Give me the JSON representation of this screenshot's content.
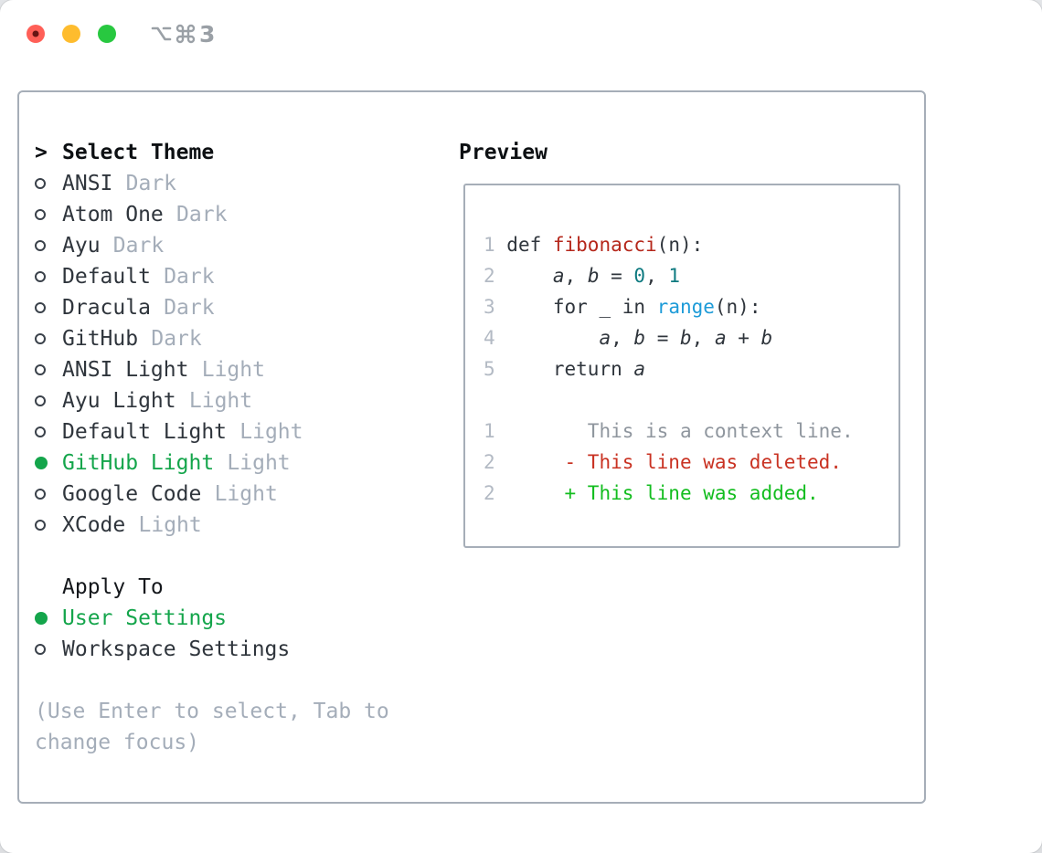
{
  "window": {
    "title": "⌥⌘3",
    "shortcut_number": "3"
  },
  "theme_list": {
    "marker": ">",
    "header": "Select Theme",
    "items": [
      {
        "name": "ANSI",
        "variant": "Dark",
        "selected": false
      },
      {
        "name": "Atom One",
        "variant": "Dark",
        "selected": false
      },
      {
        "name": "Ayu",
        "variant": "Dark",
        "selected": false
      },
      {
        "name": "Default",
        "variant": "Dark",
        "selected": false
      },
      {
        "name": "Dracula",
        "variant": "Dark",
        "selected": false
      },
      {
        "name": "GitHub",
        "variant": "Dark",
        "selected": false
      },
      {
        "name": "ANSI Light",
        "variant": "Light",
        "selected": false
      },
      {
        "name": "Ayu Light",
        "variant": "Light",
        "selected": false
      },
      {
        "name": "Default Light",
        "variant": "Light",
        "selected": false
      },
      {
        "name": "GitHub Light",
        "variant": "Light",
        "selected": true
      },
      {
        "name": "Google Code",
        "variant": "Light",
        "selected": false
      },
      {
        "name": "XCode",
        "variant": "Light",
        "selected": false
      }
    ]
  },
  "apply_to": {
    "header": "Apply To",
    "items": [
      {
        "label": "User Settings",
        "selected": true
      },
      {
        "label": "Workspace Settings",
        "selected": false
      }
    ]
  },
  "hint": "(Use Enter to select, Tab to change focus)",
  "preview": {
    "header": "Preview",
    "lines": [
      {
        "num": "1",
        "tokens": [
          {
            "t": " def ",
            "c": "code_fg"
          },
          {
            "t": "fibonacci",
            "c": "func_red"
          },
          {
            "t": "(n):",
            "c": "code_fg"
          }
        ]
      },
      {
        "num": "2",
        "tokens": [
          {
            "t": "     ",
            "c": "code_fg"
          },
          {
            "t": "a",
            "c": "code_fg",
            "i": true
          },
          {
            "t": ", ",
            "c": "code_fg"
          },
          {
            "t": "b",
            "c": "code_fg",
            "i": true
          },
          {
            "t": " = ",
            "c": "code_fg"
          },
          {
            "t": "0",
            "c": "number_teal"
          },
          {
            "t": ", ",
            "c": "code_fg"
          },
          {
            "t": "1",
            "c": "number_teal"
          }
        ]
      },
      {
        "num": "3",
        "tokens": [
          {
            "t": "     for _ in ",
            "c": "code_fg"
          },
          {
            "t": "range",
            "c": "builtin_blue"
          },
          {
            "t": "(n):",
            "c": "code_fg"
          }
        ]
      },
      {
        "num": "4",
        "tokens": [
          {
            "t": "         ",
            "c": "code_fg"
          },
          {
            "t": "a",
            "c": "code_fg",
            "i": true
          },
          {
            "t": ", ",
            "c": "code_fg"
          },
          {
            "t": "b",
            "c": "code_fg",
            "i": true
          },
          {
            "t": " = ",
            "c": "code_fg"
          },
          {
            "t": "b",
            "c": "code_fg",
            "i": true
          },
          {
            "t": ", ",
            "c": "code_fg"
          },
          {
            "t": "a",
            "c": "code_fg",
            "i": true
          },
          {
            "t": " + ",
            "c": "code_fg"
          },
          {
            "t": "b",
            "c": "code_fg",
            "i": true
          }
        ]
      },
      {
        "num": "5",
        "tokens": [
          {
            "t": "     return ",
            "c": "code_fg"
          },
          {
            "t": "a",
            "c": "code_fg",
            "i": true
          }
        ]
      },
      {
        "num": " ",
        "tokens": []
      },
      {
        "num": "1",
        "tokens": [
          {
            "t": "        This is a context line.",
            "c": "context_gray"
          }
        ]
      },
      {
        "num": "2",
        "tokens": [
          {
            "t": "      - This line was deleted.",
            "c": "deleted_red"
          }
        ]
      },
      {
        "num": "2",
        "tokens": [
          {
            "t": "      + This line was added.",
            "c": "added_green"
          }
        ]
      }
    ]
  },
  "colors": {
    "code_fg": "#2f353c",
    "func_red": "#b5271b",
    "number_teal": "#0e7a80",
    "builtin_blue": "#1d9bd8",
    "context_gray": "#8f969e",
    "deleted_red": "#c93222",
    "added_green": "#13bd1f",
    "selected_green": "#14a54b",
    "muted_gray": "#a4adb9",
    "line_number_gray": "#b3bac4",
    "border_gray": "#a6aeb8",
    "title_gray": "#9aa0a6",
    "traffic_red": "#ff5f57",
    "traffic_yellow": "#febc2e",
    "traffic_green": "#28c840"
  }
}
